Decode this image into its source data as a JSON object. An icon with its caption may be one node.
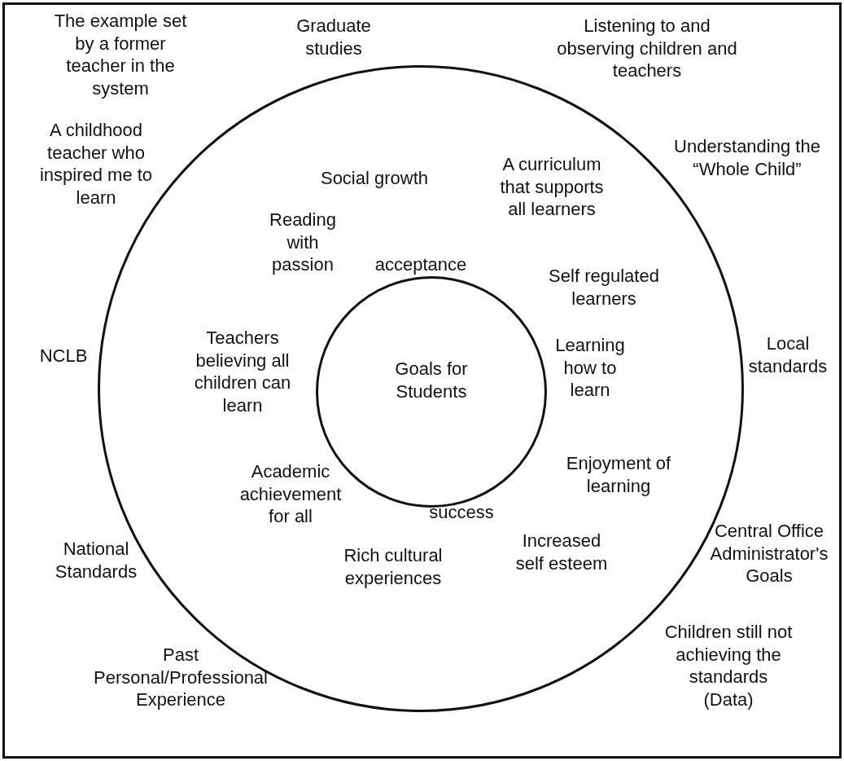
{
  "diagram": {
    "nodes": [
      {
        "text": [
          "Social growth",
          "A curriculum that supports all learners",
          "Reading with passion",
          "acceptance",
          "Self regulated learners",
          "Teachers believing all children can learn",
          "Learning how to learn",
          "Enjoyment of learning",
          "Academic achievement for all",
          "success",
          "Increased self esteem",
          "Rich cultural experiences"
        ]
      },
      {
        "text": [
          "Goals for Students"
        ],
        "in": 0
      }
    ],
    "labels": [
      "The example set by a former teacher in the system",
      "Graduate studies",
      "Listening to and observing children and teachers",
      "A childhood teacher who inspired me to learn",
      "Understanding the “Whole Child”",
      "NCLB",
      "Local standards",
      "National Standards",
      "Central Office Administrator's Goals",
      "Past Personal/Professional Experience",
      "Children still not achieving the standards (Data)"
    ]
  }
}
